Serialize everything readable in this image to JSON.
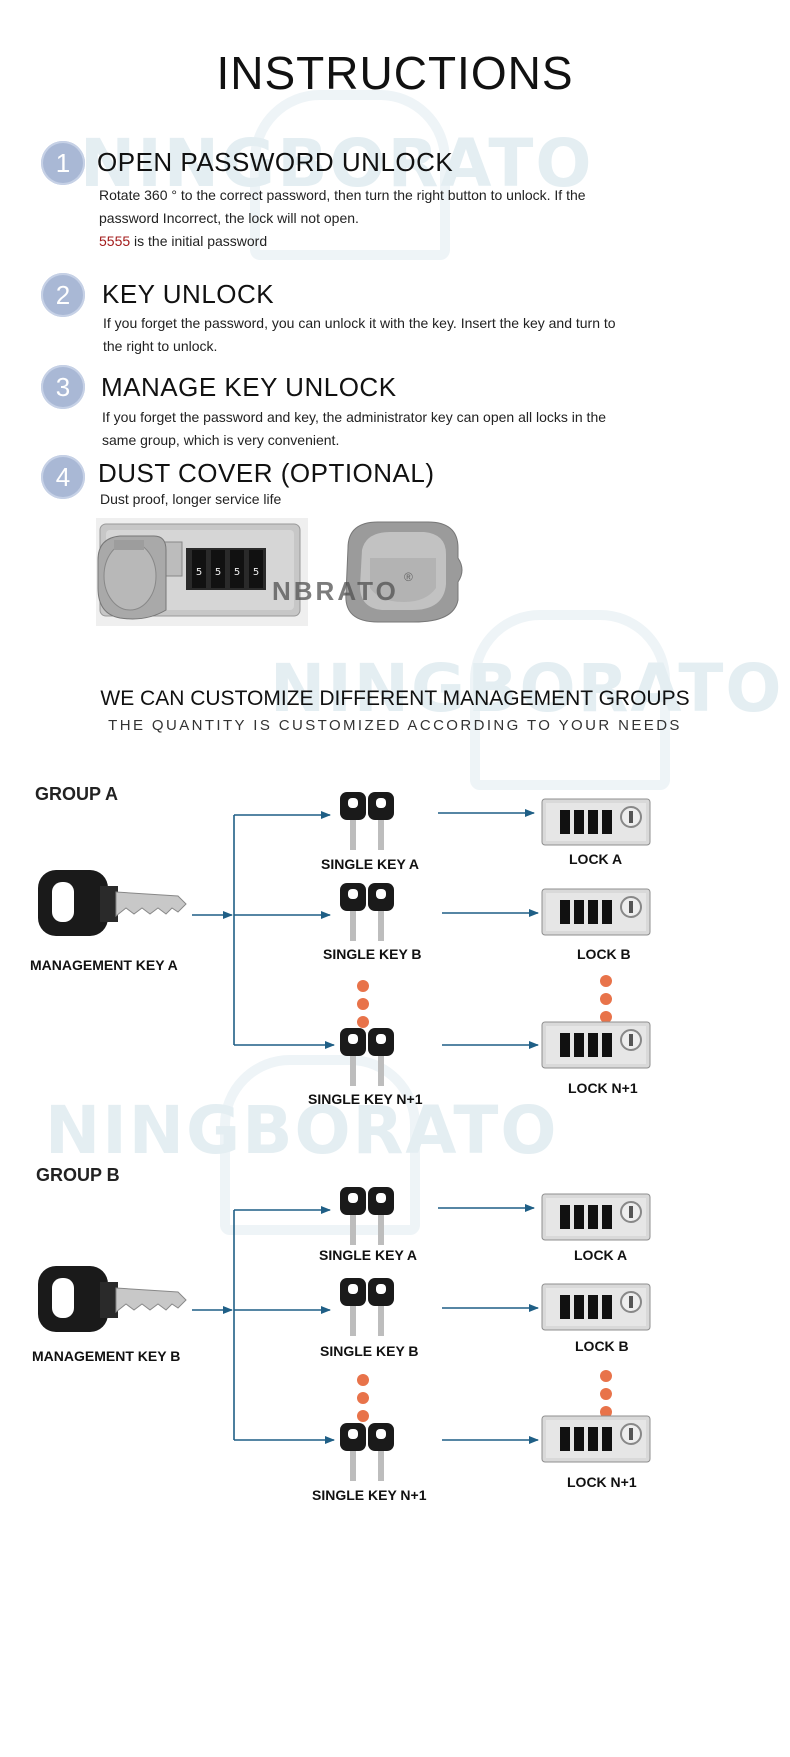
{
  "title": "INSTRUCTIONS",
  "watermark": "NINGBORATO",
  "steps": [
    {
      "num": "1",
      "title": "OPEN PASSWORD UNLOCK",
      "text": "Rotate 360 ° to the correct password, then turn the right button to unlock. If the password Incorrect, the lock will not open.",
      "password": "5555",
      "password_text": " is the initial password"
    },
    {
      "num": "2",
      "title": "KEY UNLOCK",
      "text": "If you forget the password, you can unlock it with the key. Insert the key and turn to the right to unlock."
    },
    {
      "num": "3",
      "title": "MANAGE KEY UNLOCK",
      "text": "If you forget the password and key, the administrator key can open all locks in the same group, which is very convenient."
    },
    {
      "num": "4",
      "title": "DUST COVER (OPTIONAL)",
      "text": "Dust proof, longer service life"
    }
  ],
  "product_photo": {
    "dial_digits": [
      "5",
      "5",
      "5",
      "5"
    ],
    "brand": "NBRATO",
    "reg_mark": "®"
  },
  "groups_heading": "WE CAN CUSTOMIZE DIFFERENT MANAGEMENT GROUPS",
  "groups_subheading": "THE QUANTITY IS CUSTOMIZED ACCORDING TO YOUR NEEDS",
  "groups": [
    {
      "name": "GROUP A",
      "management_key": "MANAGEMENT KEY A",
      "keys": [
        "SINGLE KEY A",
        "SINGLE KEY B",
        "SINGLE KEY N+1"
      ],
      "locks": [
        "LOCK A",
        "LOCK B",
        "LOCK N+1"
      ]
    },
    {
      "name": "GROUP B",
      "management_key": "MANAGEMENT KEY B",
      "keys": [
        "SINGLE KEY A",
        "SINGLE KEY B",
        "SINGLE KEY N+1"
      ],
      "locks": [
        "LOCK A",
        "LOCK B",
        "LOCK N+1"
      ]
    }
  ],
  "colors": {
    "arrow": "#1f5f86",
    "dots": "#e8734a",
    "step_circle": "#a9b8d5",
    "password": "#a31b1b"
  }
}
